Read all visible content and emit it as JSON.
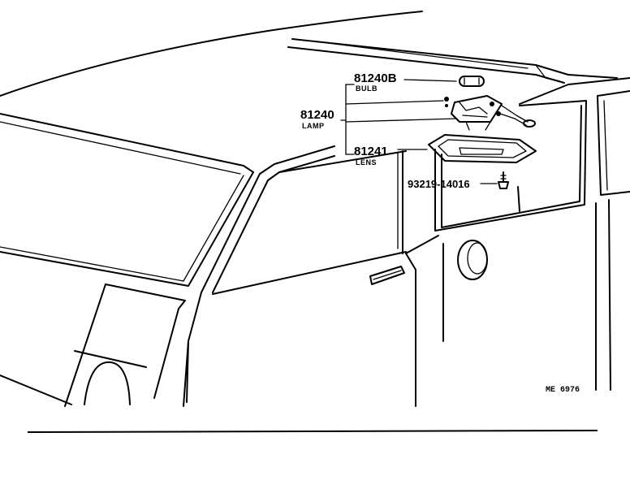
{
  "parts": [
    {
      "number": "81240B",
      "name": "BULB"
    },
    {
      "number": "81240",
      "name": "LAMP"
    },
    {
      "number": "81241",
      "name": "LENS"
    },
    {
      "number": "93219-14016",
      "name": ""
    }
  ],
  "reference_code": "ME 6976"
}
